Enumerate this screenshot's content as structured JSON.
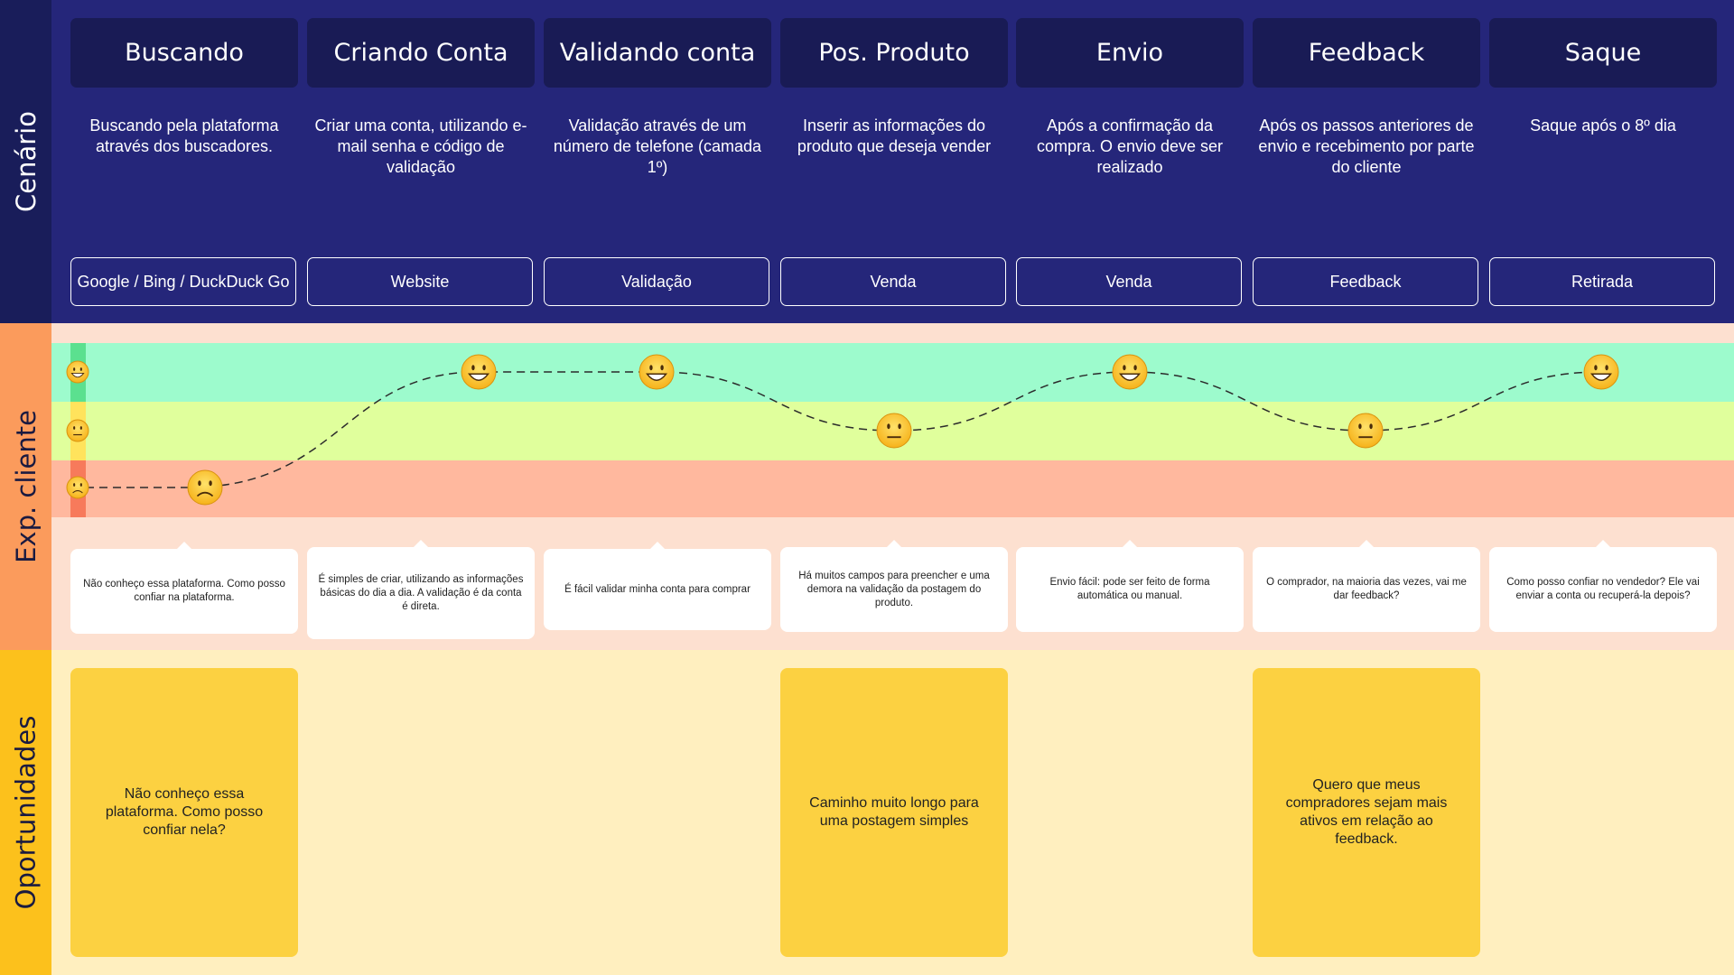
{
  "bands": {
    "cenario_label": "Cenário",
    "exp_label": "Exp. cliente",
    "opp_label": "Oportunidades"
  },
  "colors": {
    "cenario_bg": "#25267a",
    "exp_happy": "#9dfbcd",
    "exp_neutral": "#e0ff9c",
    "exp_sad": "#ffb89e",
    "opp_card": "#fcd141"
  },
  "stages": [
    {
      "title": "Buscando",
      "description": "Buscando pela plataforma através dos buscadores.",
      "channel": "Google / Bing / DuckDuck Go",
      "thought": "Não conheço essa plataforma. Como posso confiar na plataforma.",
      "emotion": "sad",
      "opportunity": "Não conheço essa plataforma. Como posso confiar nela?"
    },
    {
      "title": "Criando Conta",
      "description": "Criar uma conta, utilizando e-mail senha e código de validação",
      "channel": "Website",
      "thought": "É simples de criar, utilizando as informações básicas do dia a dia. A validação é da conta é direta.",
      "emotion": "happy",
      "opportunity": ""
    },
    {
      "title": "Validando conta",
      "description": "Validação através de um número de telefone (camada 1º)",
      "channel": "Validação",
      "thought": "É fácil validar minha conta para comprar",
      "emotion": "happy",
      "opportunity": ""
    },
    {
      "title": "Pos. Produto",
      "description": "Inserir as informações do produto que deseja vender",
      "channel": "Venda",
      "thought": "Há muitos campos para preencher e uma demora na validação da postagem do produto.",
      "emotion": "neutral",
      "opportunity": "Caminho muito longo para uma postagem simples"
    },
    {
      "title": "Envio",
      "description": "Após a confirmação da compra. O envio deve ser realizado",
      "channel": "Venda",
      "thought": "Envio fácil: pode ser feito de forma automática ou manual.",
      "emotion": "happy",
      "opportunity": ""
    },
    {
      "title": "Feedback",
      "description": "Após os passos anteriores de envio e recebimento por parte do cliente",
      "channel": "Feedback",
      "thought": "O comprador, na maioria das vezes, vai me dar feedback?",
      "emotion": "neutral",
      "opportunity": "Quero que meus compradores sejam mais ativos em relação ao feedback."
    },
    {
      "title": "Saque",
      "description": "Saque após o 8º dia",
      "channel": "Retirada",
      "thought": "Como posso confiar no vendedor? Ele vai enviar a conta ou recuperá-la depois?",
      "emotion": "happy",
      "opportunity": ""
    }
  ],
  "emotion_scale": [
    {
      "level": "happy",
      "icon": "grinning-face-icon"
    },
    {
      "level": "neutral",
      "icon": "neutral-face-icon"
    },
    {
      "level": "sad",
      "icon": "frowning-face-icon"
    }
  ]
}
